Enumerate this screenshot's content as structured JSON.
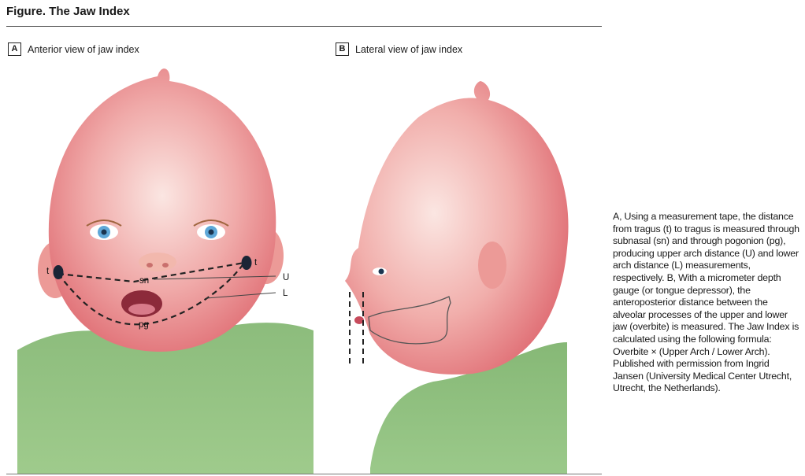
{
  "figure": {
    "title": "Figure. The Jaw Index"
  },
  "panel_a": {
    "letter": "A",
    "heading": "Anterior view of jaw index",
    "labels": {
      "tragus_left": "t",
      "tragus_right": "t",
      "subnasal": "sn",
      "pogonion": "pg",
      "upper_arch": "U",
      "lower_arch": "L"
    }
  },
  "panel_b": {
    "letter": "B",
    "heading": "Lateral view of jaw index"
  },
  "caption": "A, Using a measurement tape, the distance from tragus (t) to tragus is measured through subnasal (sn) and through pogonion (pg), producing upper arch distance (U) and lower arch distance (L) measurements, respectively. B, With a micrometer depth gauge (or tongue depressor), the anteroposterior distance between the alveolar processes of the upper and lower jaw (overbite) is measured. The Jaw Index is calculated using the following formula: Overbite × (Upper Arch / Lower Arch). Published with permission from Ingrid Jansen (University Medical Center Utrecht, Utrecht, the Netherlands).",
  "colors": {
    "skin": "#e8878a",
    "skin_light": "#f6d7d3",
    "shirt": "#8fbf7f",
    "eye": "#5fa8d8",
    "dashed": "#222222"
  }
}
